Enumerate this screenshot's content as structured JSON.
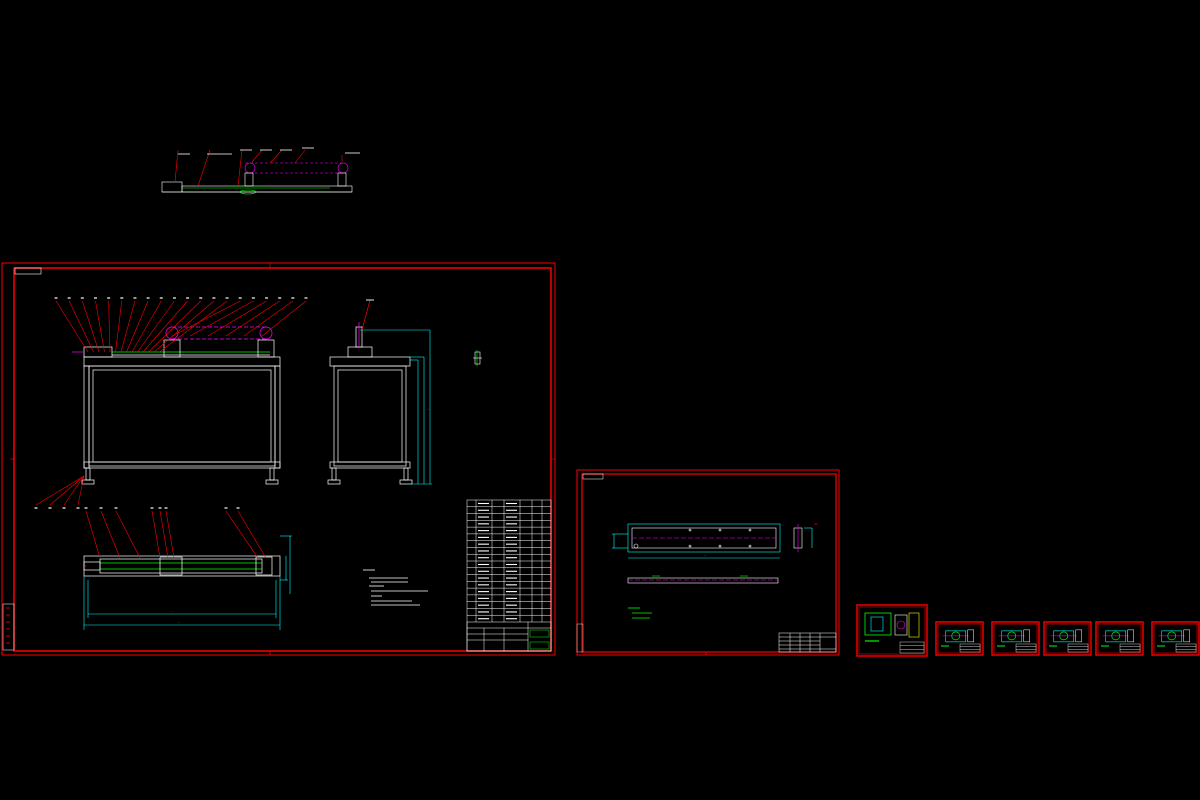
{
  "colors": {
    "background": "#000000",
    "frame": "#ff0000",
    "geometry": "#ffffff",
    "dimension": "#00ffff",
    "centerline": "#ff00ff",
    "leader": "#ff0000",
    "accent": "#00ff00",
    "title_block": "#ffffff"
  },
  "sheets": [
    {
      "id": "assembly",
      "title_block_rows": 18
    },
    {
      "id": "rail-part",
      "title_block_rows": 5
    },
    {
      "id": "thumb-1"
    },
    {
      "id": "thumb-2"
    },
    {
      "id": "thumb-3"
    },
    {
      "id": "thumb-4"
    },
    {
      "id": "thumb-5"
    },
    {
      "id": "thumb-6"
    }
  ],
  "callouts": {
    "front_view_balloons": 20,
    "bottom_left_balloons": 4,
    "plan_view_balloons": 8
  }
}
